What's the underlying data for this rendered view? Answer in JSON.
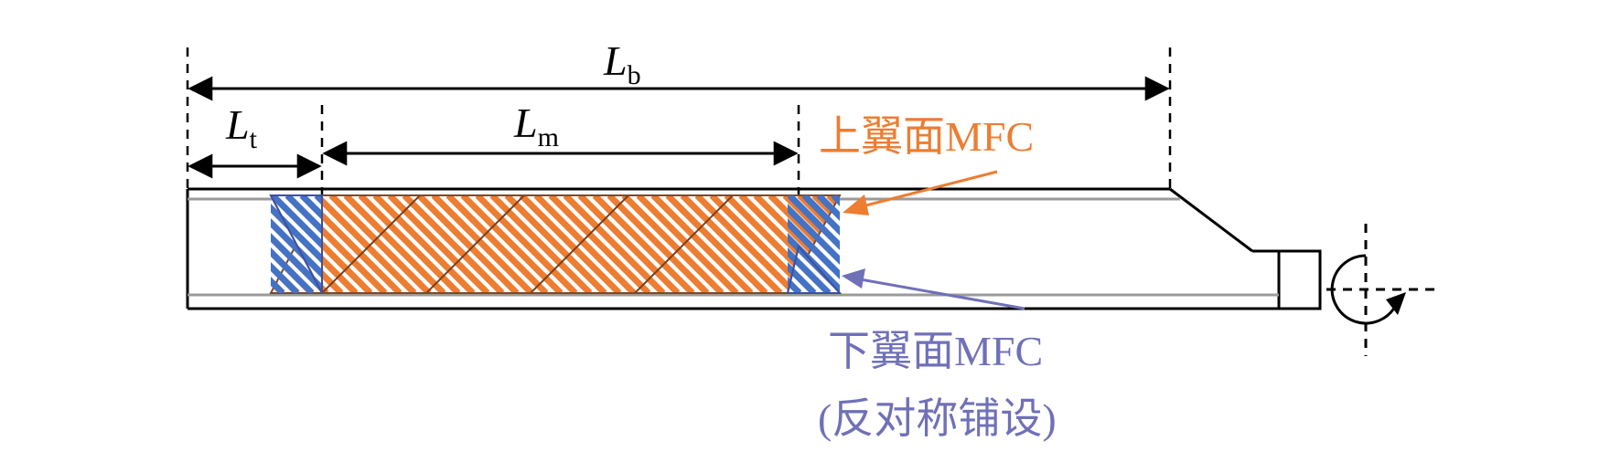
{
  "dimensions": {
    "Lb": {
      "symbol": "L",
      "subscript": "b"
    },
    "Lt": {
      "symbol": "L",
      "subscript": "t"
    },
    "Lm": {
      "symbol": "L",
      "subscript": "m"
    }
  },
  "labels": {
    "upper_mfc": "上翼面MFC",
    "lower_mfc": "下翼面MFC",
    "lower_mfc_note": "(反对称铺设)"
  },
  "colors": {
    "upper": "#ED7D31",
    "lower": "#4472C4",
    "lower_label": "#7070B8",
    "line": "#000000"
  },
  "icons": {
    "rotation": "rotation-arrow-icon"
  }
}
